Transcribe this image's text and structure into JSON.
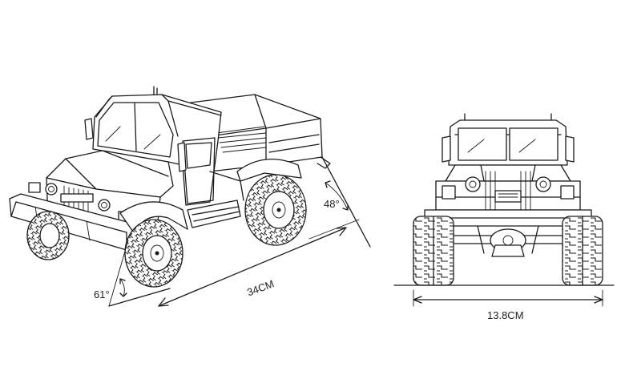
{
  "dimensions": {
    "length": "34CM",
    "width": "13.8CM",
    "departure_angle": "48°",
    "approach_angle": "61°"
  },
  "colors": {
    "line": "#1a1a1a",
    "background": "#ffffff"
  }
}
